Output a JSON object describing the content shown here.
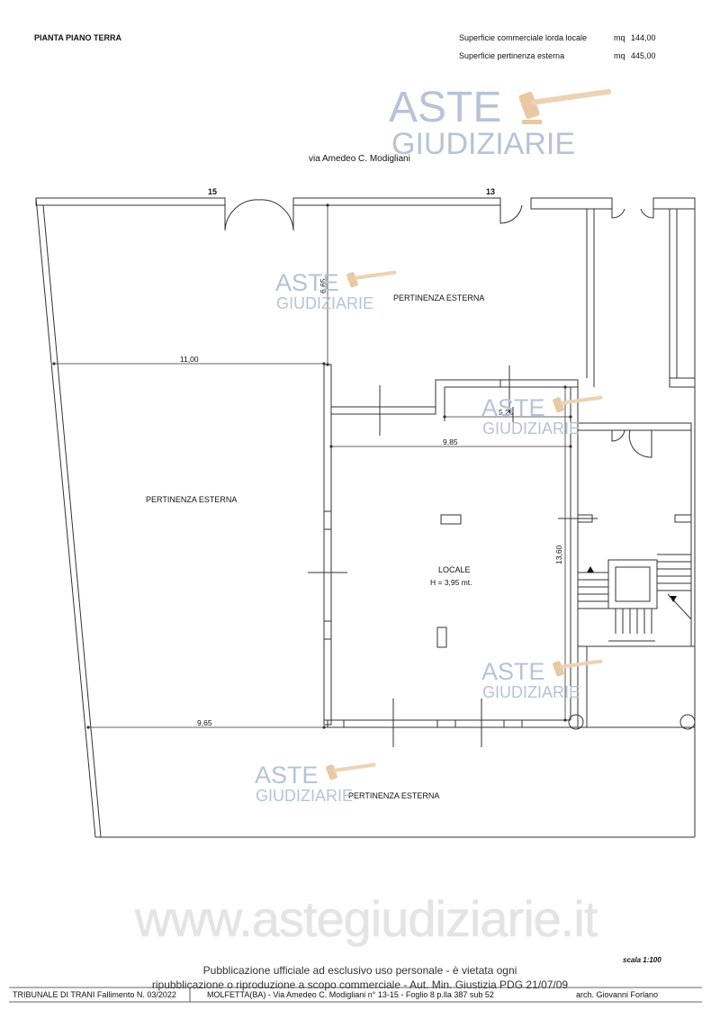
{
  "header": {
    "title": "PIANTA PIANO TERRA",
    "surfaces": [
      {
        "label": "Superficie commerciale lorda locale",
        "unit": "mq",
        "value": "144,00"
      },
      {
        "label": "Superficie pertinenza esterna",
        "unit": "mq",
        "value": "445,00"
      }
    ]
  },
  "street": "via Amedeo C. Modigliani",
  "plan": {
    "civic_numbers": [
      "15",
      "13"
    ],
    "rooms": {
      "pertinenza_top": "PERTINENZA ESTERNA",
      "pertinenza_left": "PERTINENZA ESTERNA",
      "pertinenza_bottom": "PERTINENZA ESTERNA",
      "locale_name": "LOCALE",
      "locale_height": "H = 3,95 mt."
    },
    "dimensions": {
      "d_665": "6,65",
      "d_1100": "11,00",
      "d_525": "5,25",
      "d_985": "9,85",
      "d_1360": "13,60",
      "d_965": "9,65"
    }
  },
  "watermark": {
    "line1": "ASTE",
    "line2": "GIUDIZIARIE",
    "site": "www.astegiudiziarie.it"
  },
  "footer": {
    "scale": "scala 1:100",
    "publication_line1": "Pubblicazione ufficiale ad esclusivo uso personale - è vietata ogni",
    "publication_line2": "ripubblicazione o riproduzione a scopo commerciale - Aut. Min. Giustizia PDG 21/07/09",
    "court": "TRIBUNALE DI TRANI Fallimento N. 03/2022",
    "address": "MOLFETTA(BA) - Via Amedeo C. Modigliani n° 13-15 - Foglio 8 p.lla 387 sub 52",
    "architect": "arch. Giovanni Forlano"
  },
  "colors": {
    "line": "#333333",
    "watermark_blue": "#b7c3d6",
    "watermark_gavel": "#e8c9a4"
  }
}
